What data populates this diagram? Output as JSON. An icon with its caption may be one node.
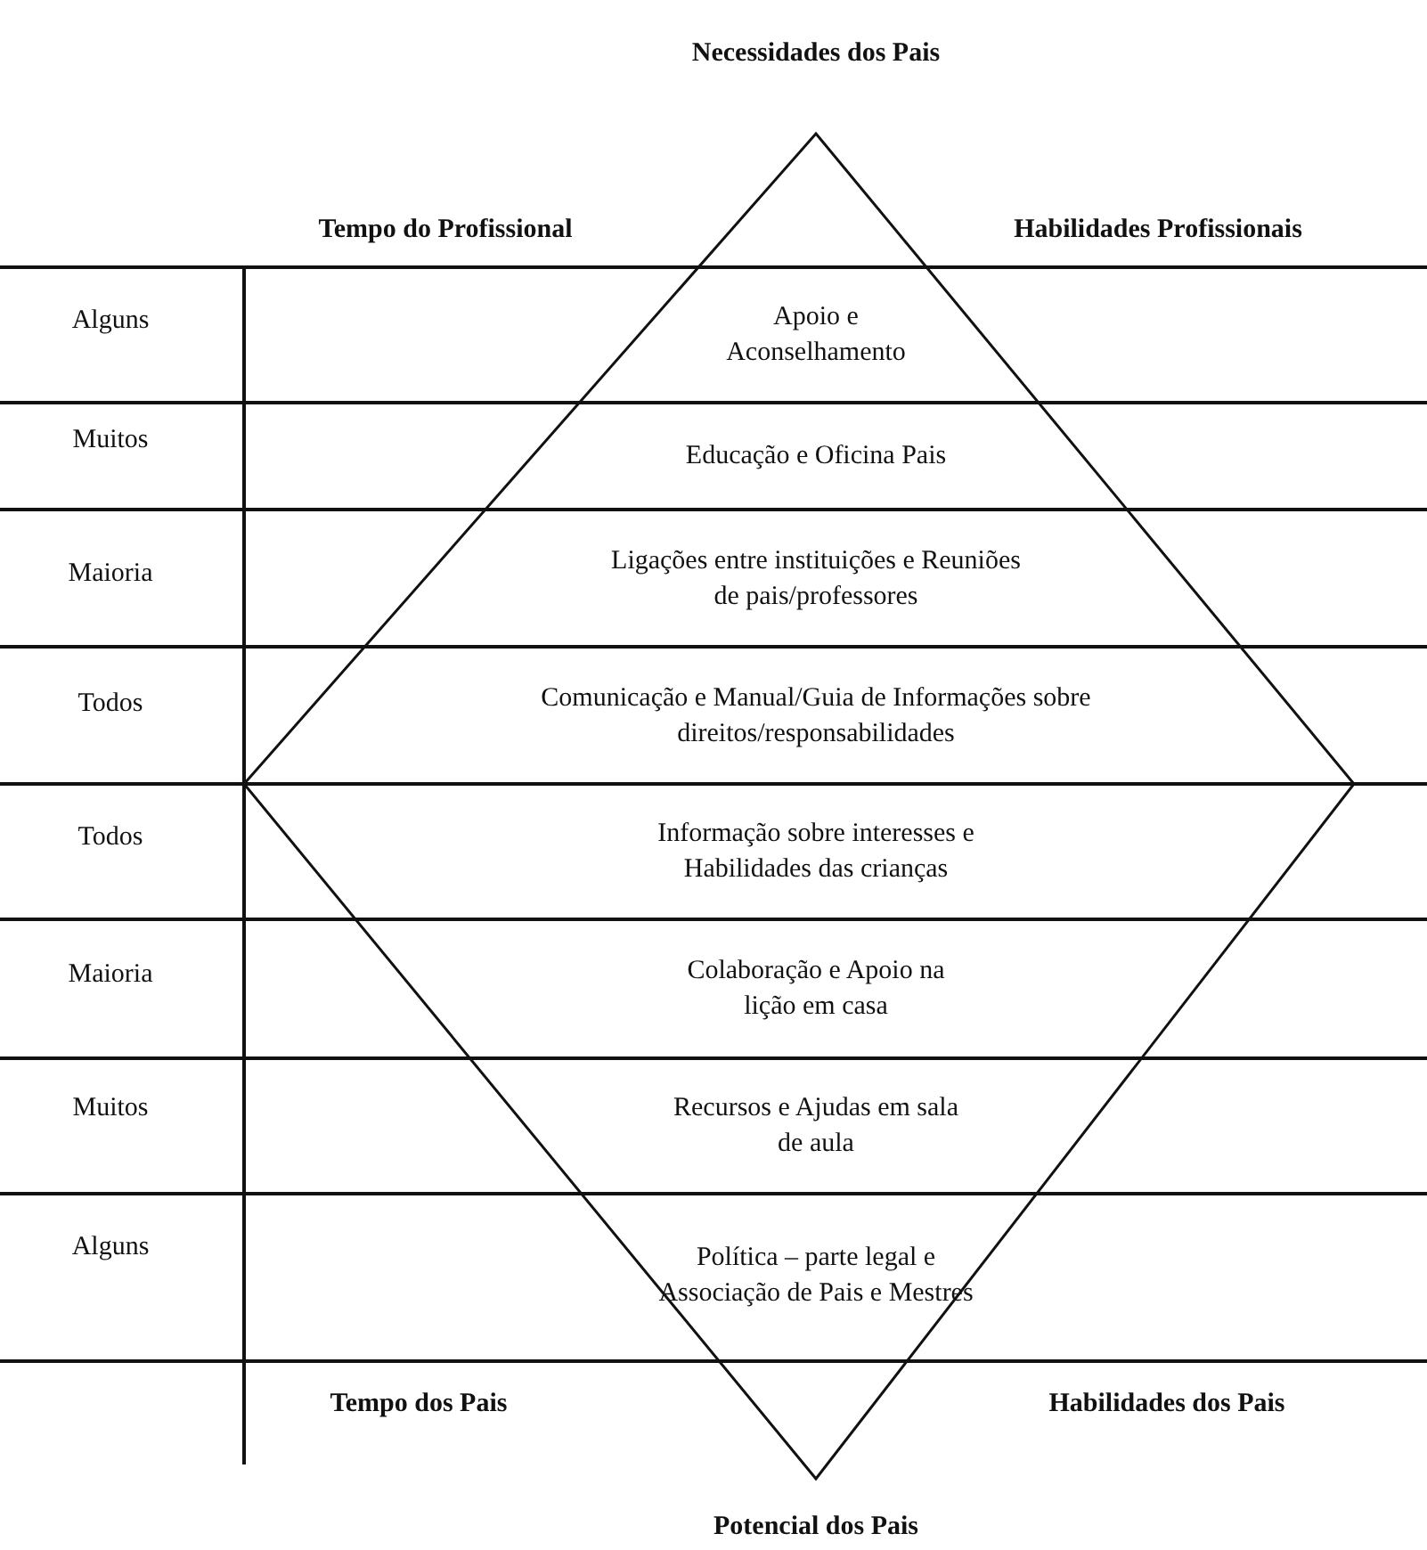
{
  "diagram": {
    "title": "Necessidades dos Pais",
    "caption": "Potencial dos Pais",
    "nodes": [
      {
        "text": [
          "Apoio e Aconselhamento",
          "Educação e Oficina Pais",
          "Ligações entre instituições e Reuniões de pais/professores",
          "Comunicação e Manual/Guia de Informações sobre direitos/responsabilidades"
        ]
      },
      {
        "text": [
          "Informação sobre interesses e Habilidades das crianças",
          "Colaboração e Apoio na lição em casa",
          "Recursos e Ajudas em sala de aula",
          "Política – parte legal e Associação de Pais e Mestres"
        ]
      }
    ],
    "labels": [
      "Tempo do Profissional",
      "Habilidades Profissionais",
      "Alguns",
      "Muitos",
      "Maioria",
      "Todos",
      "Todos",
      "Maioria",
      "Muitos",
      "Alguns",
      "Tempo dos Pais",
      "Habilidades dos Pais"
    ]
  }
}
